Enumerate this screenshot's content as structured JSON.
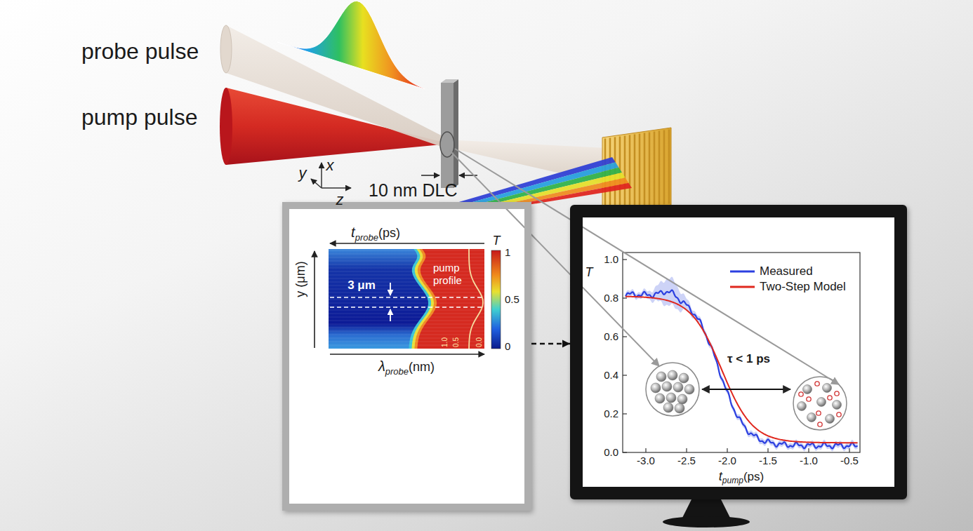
{
  "diagram": {
    "nodes": [
      {
        "text": [
          "t",
          "probe",
          "(ps)",
          "y (μm)",
          "λ",
          "probe",
          "(nm)",
          "3 μm",
          "pump profile",
          "T",
          "1",
          "0.5",
          "0",
          "1.0",
          "0.5",
          "0.0"
        ]
      },
      {
        "text": [
          "T",
          "1.0",
          "0.8",
          "0.6",
          "0.4",
          "0.2",
          "0.0",
          "-3.0",
          "-2.5",
          "-2.0",
          "-1.5",
          "-1.0",
          "-0.5",
          "t",
          "pump",
          "(ps)",
          "τ < 1 ps"
        ]
      }
    ],
    "edges": [
      {
        "from": 0,
        "to": 1,
        "arrow": "to"
      }
    ],
    "labels": [
      "probe pulse",
      "pump pulse",
      "x",
      "y",
      "z",
      "10 nm DLC"
    ],
    "legend": [
      {
        "text": "Measured"
      },
      {
        "text": "Two-Step Model"
      }
    ]
  }
}
